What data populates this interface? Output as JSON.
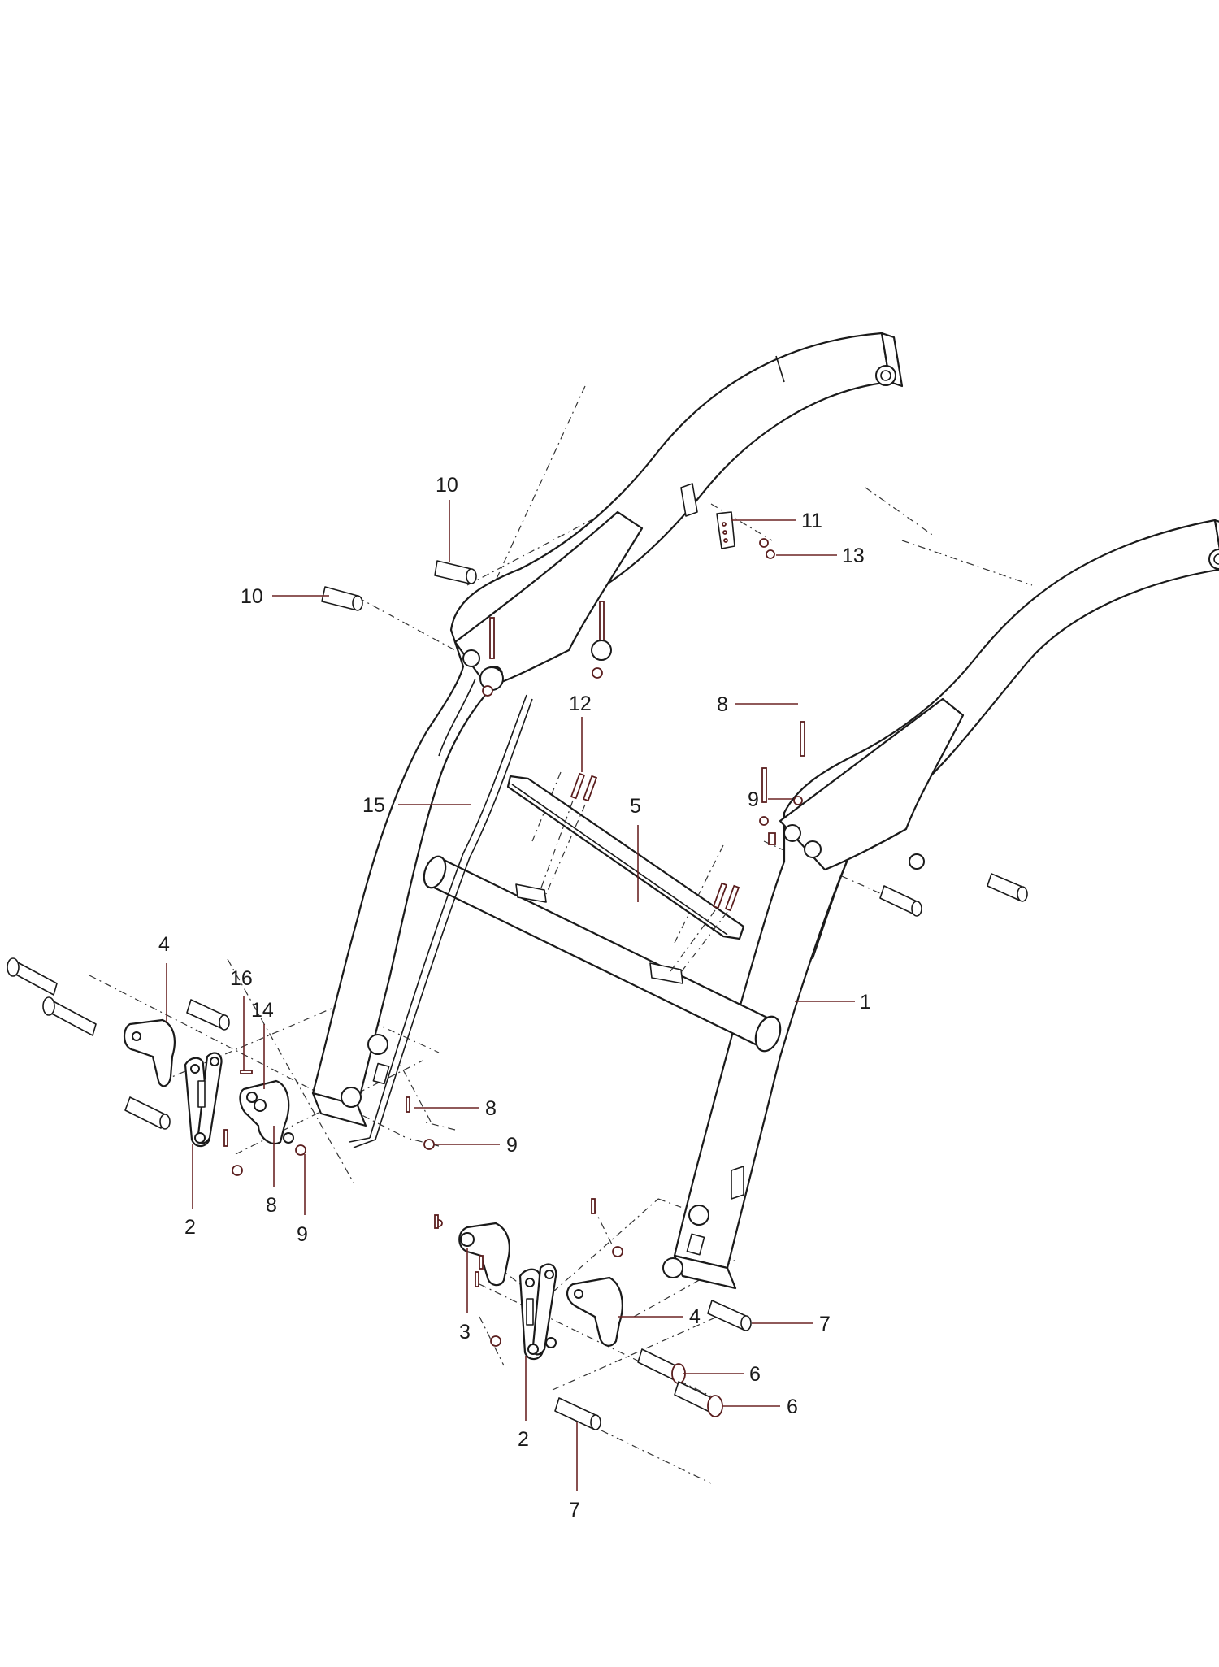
{
  "diagram": {
    "callouts": [
      {
        "id": "c1",
        "label": "1"
      },
      {
        "id": "c2a",
        "label": "2"
      },
      {
        "id": "c2b",
        "label": "2"
      },
      {
        "id": "c3",
        "label": "3"
      },
      {
        "id": "c4a",
        "label": "4"
      },
      {
        "id": "c4b",
        "label": "4"
      },
      {
        "id": "c5",
        "label": "5"
      },
      {
        "id": "c6a",
        "label": "6"
      },
      {
        "id": "c6b",
        "label": "6"
      },
      {
        "id": "c7a",
        "label": "7"
      },
      {
        "id": "c7b",
        "label": "7"
      },
      {
        "id": "c8a",
        "label": "8"
      },
      {
        "id": "c8b",
        "label": "8"
      },
      {
        "id": "c8c",
        "label": "8"
      },
      {
        "id": "c9a",
        "label": "9"
      },
      {
        "id": "c9b",
        "label": "9"
      },
      {
        "id": "c9c",
        "label": "9"
      },
      {
        "id": "c10a",
        "label": "10"
      },
      {
        "id": "c10b",
        "label": "10"
      },
      {
        "id": "c11",
        "label": "11"
      },
      {
        "id": "c12",
        "label": "12"
      },
      {
        "id": "c13",
        "label": "13"
      },
      {
        "id": "c14",
        "label": "14"
      },
      {
        "id": "c15",
        "label": "15"
      },
      {
        "id": "c16",
        "label": "16"
      }
    ],
    "colors": {
      "line": "#1a1a1a",
      "leader": "#6b2424",
      "hardware": "#5a1e1e",
      "background": "#ffffff"
    }
  }
}
